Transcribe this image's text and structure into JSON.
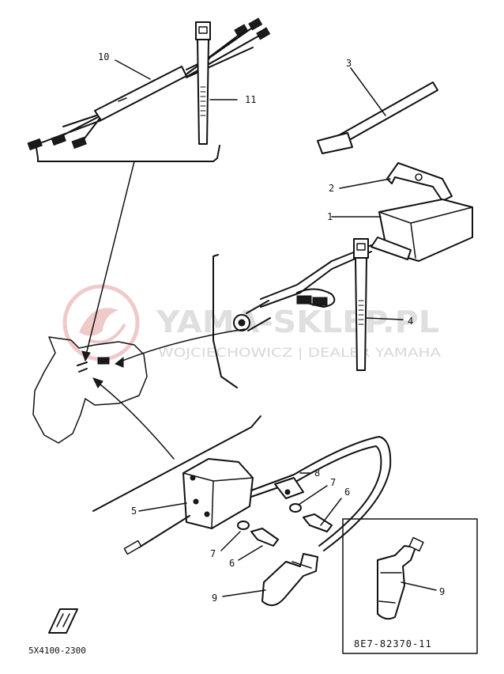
{
  "callouts": [
    {
      "id": "c10",
      "label": "10"
    },
    {
      "id": "c11",
      "label": "11"
    },
    {
      "id": "c3",
      "label": "3"
    },
    {
      "id": "c2",
      "label": "2"
    },
    {
      "id": "c1",
      "label": "1"
    },
    {
      "id": "c4",
      "label": "4"
    },
    {
      "id": "c8",
      "label": "8"
    },
    {
      "id": "c7a",
      "label": "7"
    },
    {
      "id": "c6a",
      "label": "6"
    },
    {
      "id": "c5",
      "label": "5"
    },
    {
      "id": "c7b",
      "label": "7"
    },
    {
      "id": "c6b",
      "label": "6"
    },
    {
      "id": "c9a",
      "label": "9"
    },
    {
      "id": "c9b",
      "label": "9"
    }
  ],
  "watermark": {
    "brand": "YAMA-SKLEP.PL",
    "tagline": "WOJCIECHOWICZ | DEALER YAMAHA"
  },
  "diagram_code": "5X4100-2300",
  "part_number": "8E7-82370-11",
  "colors": {
    "ink": "#111111",
    "watermark": "#e9b9b9",
    "watermark_text": "#d9d9d9"
  }
}
